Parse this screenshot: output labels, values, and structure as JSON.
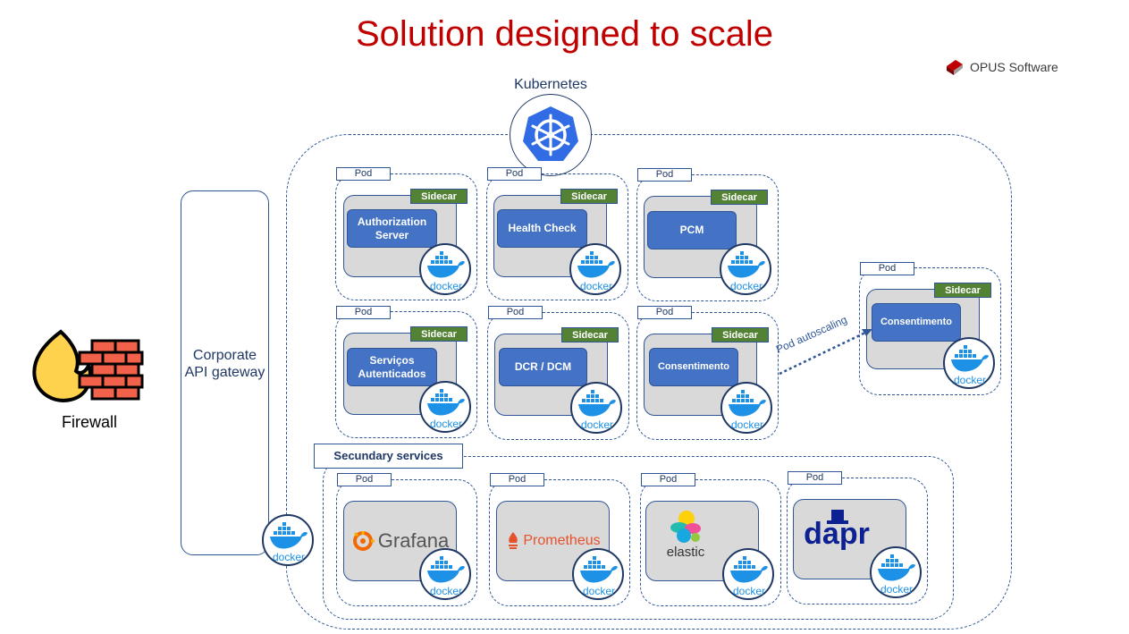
{
  "title": "Solution designed to scale",
  "brand": {
    "name": "OPUS Software",
    "logo": "book-logo"
  },
  "firewall": {
    "label": "Firewall",
    "icon": "firewall-icon"
  },
  "gateway": {
    "line1": "Corporate",
    "line2": "API gateway"
  },
  "kubernetes": {
    "label": "Kubernetes",
    "icon": "kubernetes-helm-icon"
  },
  "common": {
    "pod": "Pod",
    "sidecar": "Sidecar"
  },
  "services": {
    "r1": [
      "Authorization Server",
      "Health Check",
      "PCM"
    ],
    "r2": [
      "Serviços Autenticados",
      "DCR / DCM",
      "Consentimento"
    ],
    "scaled": "Consentimento"
  },
  "autoscaling_label": "Pod autoscaling",
  "secondary": {
    "label": "Secundary services",
    "tools": [
      "Grafana",
      "Prometheus",
      "elastic",
      "dapr"
    ]
  },
  "colors": {
    "title": "#c00000",
    "accent": "#2f5597",
    "sidecar": "#548235",
    "service": "#4472c4",
    "docker": "#1d91e6"
  }
}
